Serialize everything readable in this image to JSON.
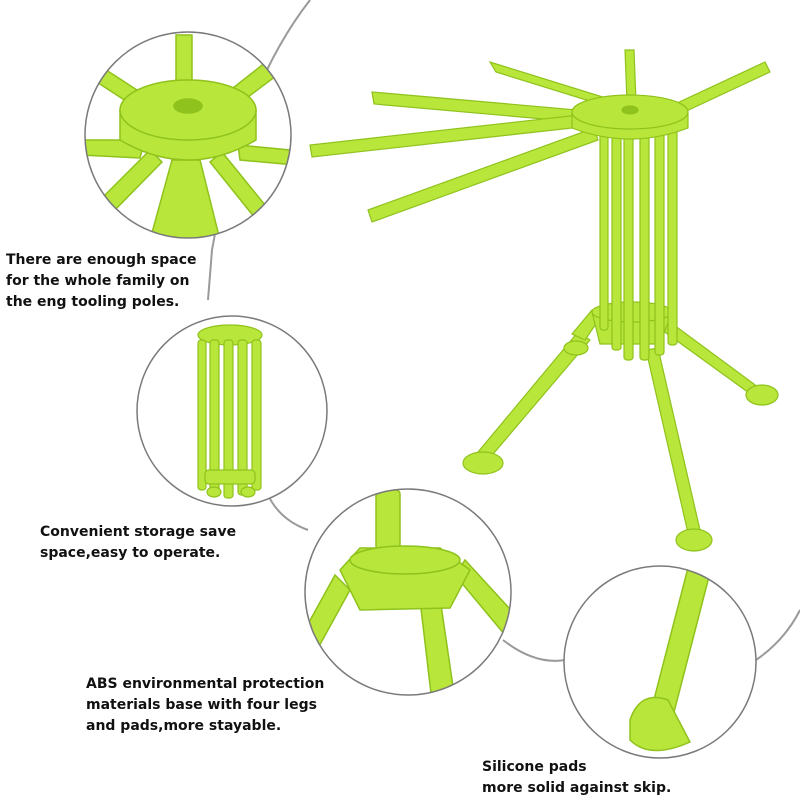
{
  "colors": {
    "rack_green": "#b8e63a",
    "rack_shade": "#8fc21c",
    "rack_light": "#d4f26a",
    "frame_ring": "#9a9a9a",
    "text": "#111111"
  },
  "callouts": [
    {
      "lines": [
        "There are enough space",
        "for the whole family on",
        "the eng tooling poles."
      ]
    },
    {
      "lines": [
        "Convenient storage save",
        "space,easy to operate."
      ]
    },
    {
      "lines": [
        "ABS environmental protection",
        "materials base with four legs",
        "and pads,more stayable."
      ]
    },
    {
      "lines": [
        "Silicone pads",
        "more solid against skip."
      ]
    }
  ]
}
